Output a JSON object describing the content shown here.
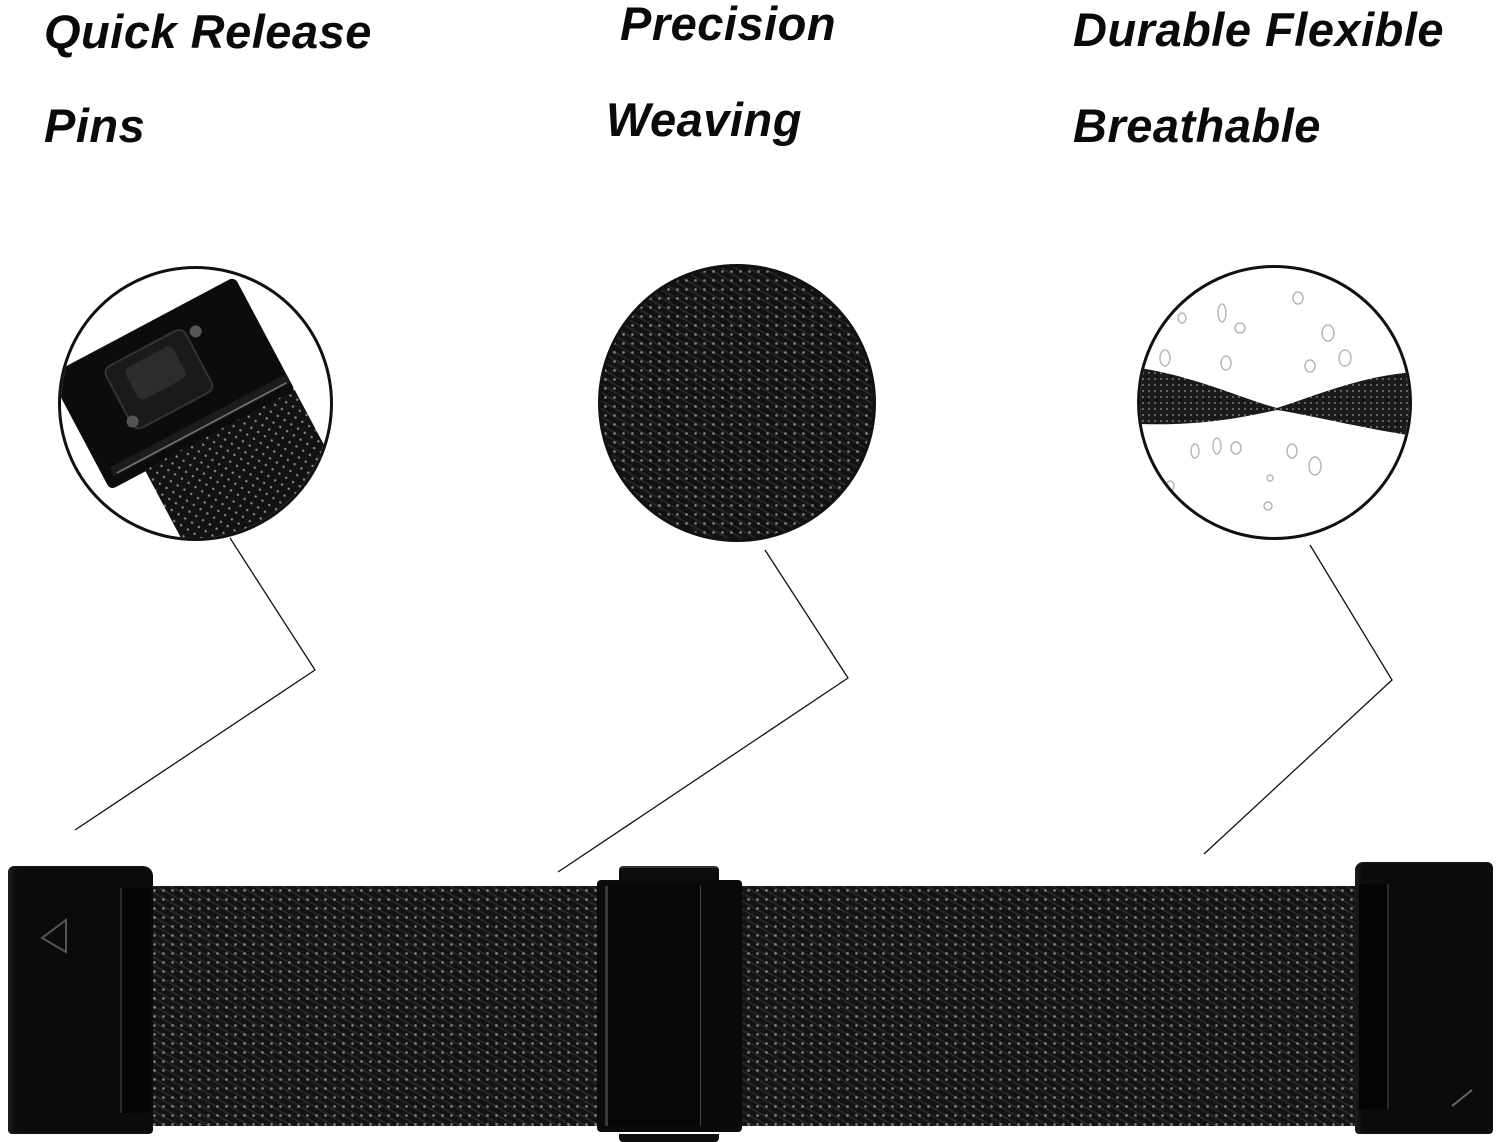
{
  "features": [
    {
      "id": "quick-release",
      "line1": "Quick Release",
      "line2": "Pins",
      "icon": "quick-release-connector-icon"
    },
    {
      "id": "precision-weaving",
      "line1": "Precision",
      "line2": "Weaving",
      "icon": "mesh-weave-icon"
    },
    {
      "id": "durable-flexible",
      "line1": "Durable Flexible",
      "line2": "Breathable",
      "icon": "twisted-band-water-drops-icon"
    }
  ],
  "product": {
    "name": "black milanese mesh watch band",
    "colors": {
      "band": "#141414",
      "text": "#0a0a0a",
      "background": "#ffffff",
      "outline": "#111111"
    }
  }
}
